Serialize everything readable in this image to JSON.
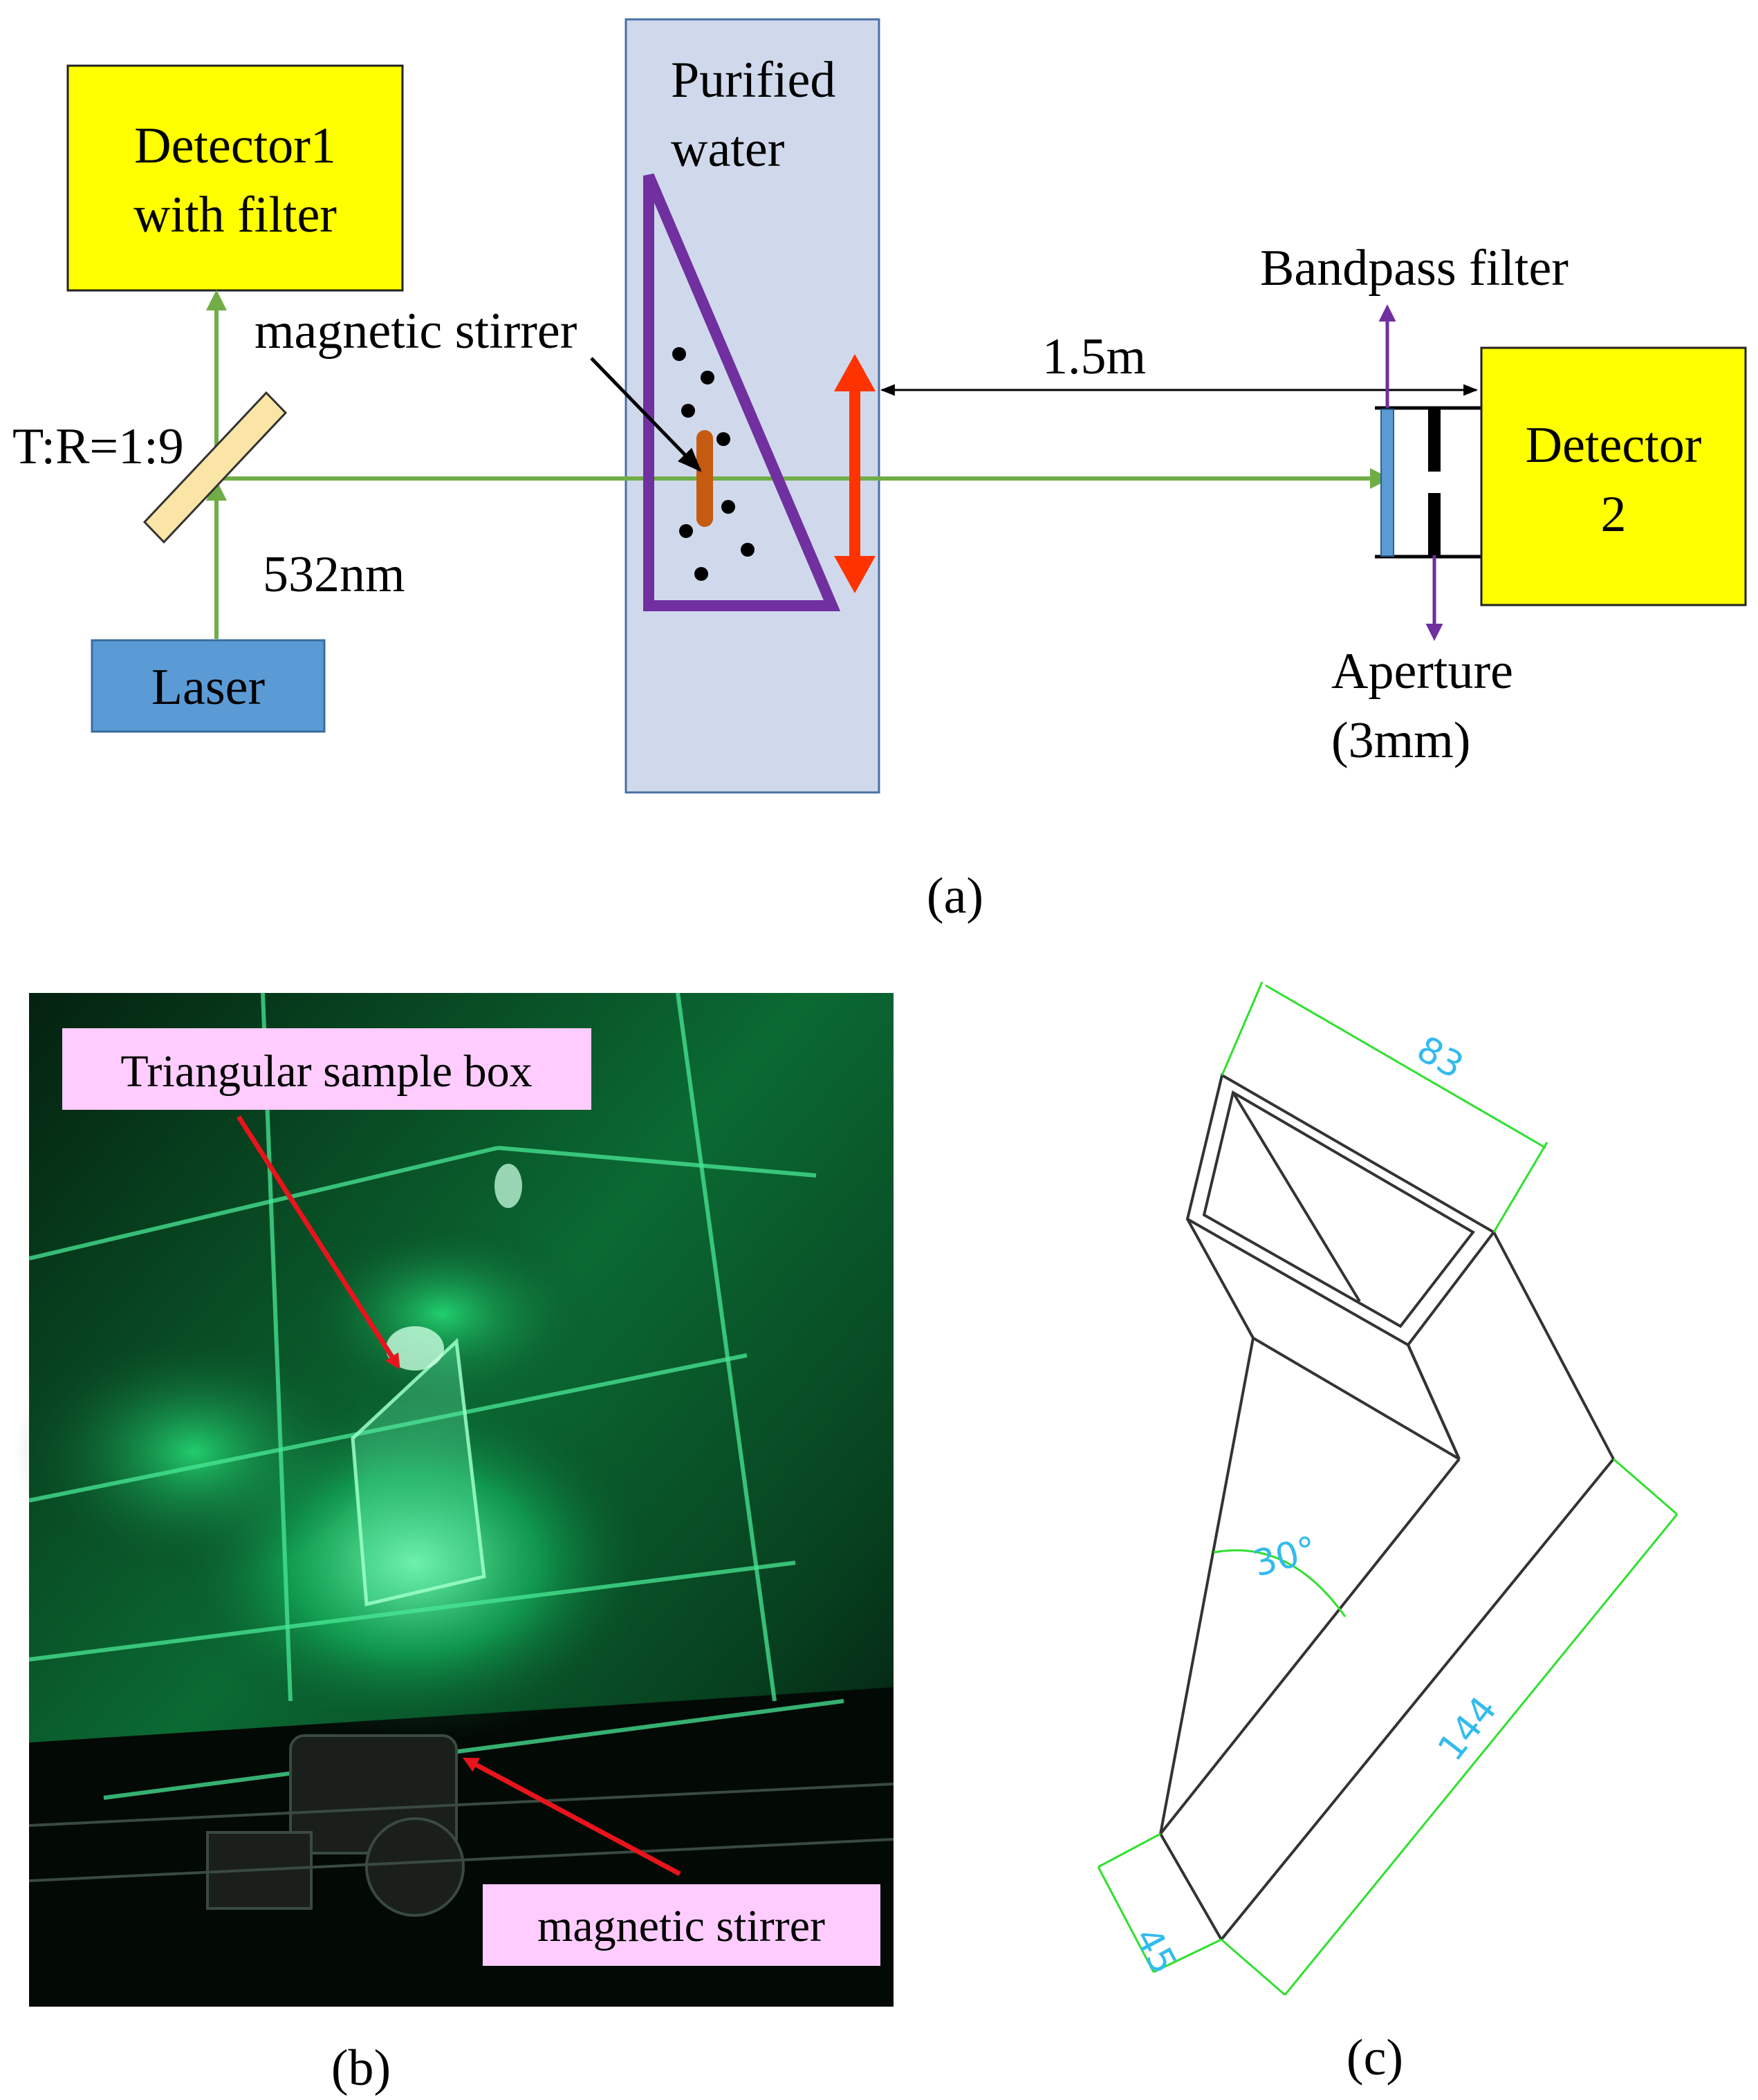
{
  "panel_a": {
    "caption": "(a)",
    "detector1_line1": "Detector1",
    "detector1_line2": "with filter",
    "water_line1": "Purified",
    "water_line2": "water",
    "stirrer_label": "magnetic stirrer",
    "ratio_label": "T:R=1:9",
    "wavelength_label": "532nm",
    "laser_label": "Laser",
    "distance_label": "1.5m",
    "bandpass_label": "Bandpass filter",
    "detector2_line1": "Detector",
    "detector2_line2": "2",
    "aperture_line1": "Aperture",
    "aperture_line2": "(3mm)",
    "colors": {
      "detector_fill": "#ffff00",
      "laser_fill": "#5b9bd5",
      "water_fill": "#d0d9ec",
      "beam": "#70ad47",
      "sample_box": "#7030a0",
      "stirrer": "#c55a11",
      "motion_arrow": "#ff3300",
      "splitter": "#fbe5a6"
    }
  },
  "panel_b": {
    "caption": "(b)",
    "label_box": "Triangular sample box",
    "label_stirrer": "magnetic stirrer",
    "colors": {
      "label_bg": "#ffccff",
      "arrow": "#e8141c"
    }
  },
  "panel_c": {
    "caption": "(c)",
    "dim_top": "83",
    "dim_angle": "30°",
    "dim_long": "144",
    "dim_short": "45",
    "colors": {
      "dim_line": "#2fe02f",
      "dim_text": "#33bbee",
      "outline": "#333333"
    }
  }
}
